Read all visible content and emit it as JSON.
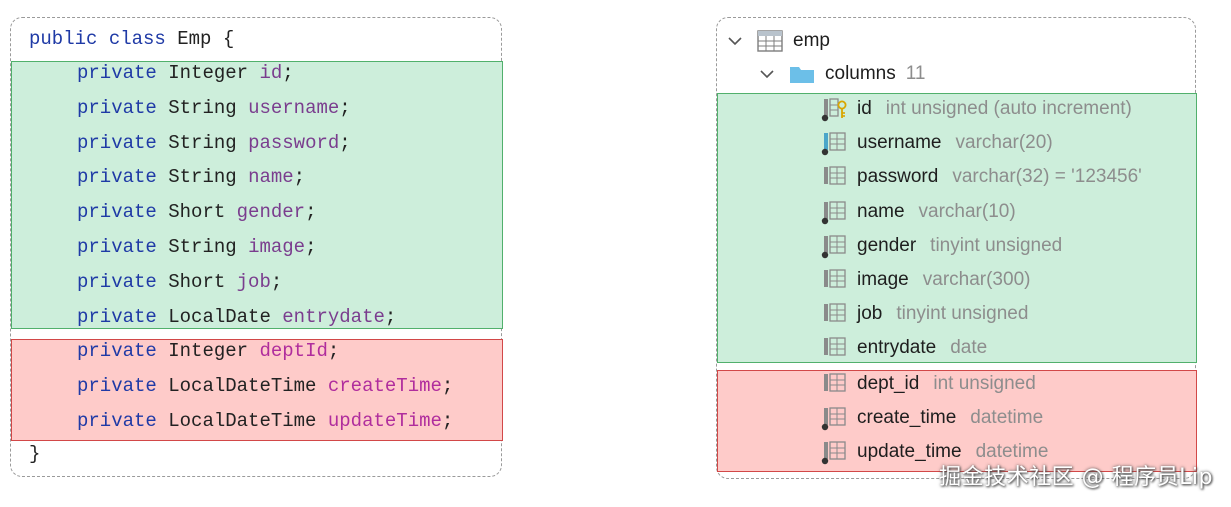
{
  "java_class": {
    "header": {
      "kw1": "public",
      "kw2": "class",
      "name": "Emp",
      "brace": "{"
    },
    "green_fields": [
      {
        "modifier": "private",
        "type": "Integer",
        "name": "id"
      },
      {
        "modifier": "private",
        "type": "String",
        "name": "username"
      },
      {
        "modifier": "private",
        "type": "String",
        "name": "password"
      },
      {
        "modifier": "private",
        "type": "String",
        "name": "name"
      },
      {
        "modifier": "private",
        "type": "Short",
        "name": "gender"
      },
      {
        "modifier": "private",
        "type": "String",
        "name": "image"
      },
      {
        "modifier": "private",
        "type": "Short",
        "name": "job"
      },
      {
        "modifier": "private",
        "type": "LocalDate",
        "name": "entrydate"
      }
    ],
    "red_fields": [
      {
        "modifier": "private",
        "type": "Integer",
        "name": "deptId"
      },
      {
        "modifier": "private",
        "type": "LocalDateTime",
        "name": "createTime"
      },
      {
        "modifier": "private",
        "type": "LocalDateTime",
        "name": "updateTime"
      }
    ],
    "semicolon": ";",
    "closing": "}"
  },
  "db_tree": {
    "table": {
      "label": "emp",
      "icon": "table-icon"
    },
    "columns_folder": {
      "label": "columns",
      "count": "11",
      "icon": "folder-icon"
    },
    "green_columns": [
      {
        "name": "id",
        "type": "int unsigned (auto increment)",
        "icon": "primary-key-column-icon"
      },
      {
        "name": "username",
        "type": "varchar(20)",
        "icon": "not-null-unique-column-icon"
      },
      {
        "name": "password",
        "type": "varchar(32) = '123456'",
        "icon": "column-icon"
      },
      {
        "name": "name",
        "type": "varchar(10)",
        "icon": "not-null-column-icon"
      },
      {
        "name": "gender",
        "type": "tinyint unsigned",
        "icon": "not-null-column-icon"
      },
      {
        "name": "image",
        "type": "varchar(300)",
        "icon": "column-icon"
      },
      {
        "name": "job",
        "type": "tinyint unsigned",
        "icon": "column-icon"
      },
      {
        "name": "entrydate",
        "type": "date",
        "icon": "column-icon"
      }
    ],
    "red_columns": [
      {
        "name": "dept_id",
        "type": "int unsigned",
        "icon": "column-icon"
      },
      {
        "name": "create_time",
        "type": "datetime",
        "icon": "not-null-column-icon"
      },
      {
        "name": "update_time",
        "type": "datetime",
        "icon": "not-null-column-icon"
      }
    ]
  },
  "watermark": "掘金技术社区 @ 程序员Lip",
  "colors": {
    "green_fill": "#cdeedb",
    "green_border": "#51b06c",
    "red_fill": "#fecbc9",
    "red_border": "#d24848",
    "keyword": "#1f3aa6",
    "field": "#7a3d8e"
  }
}
